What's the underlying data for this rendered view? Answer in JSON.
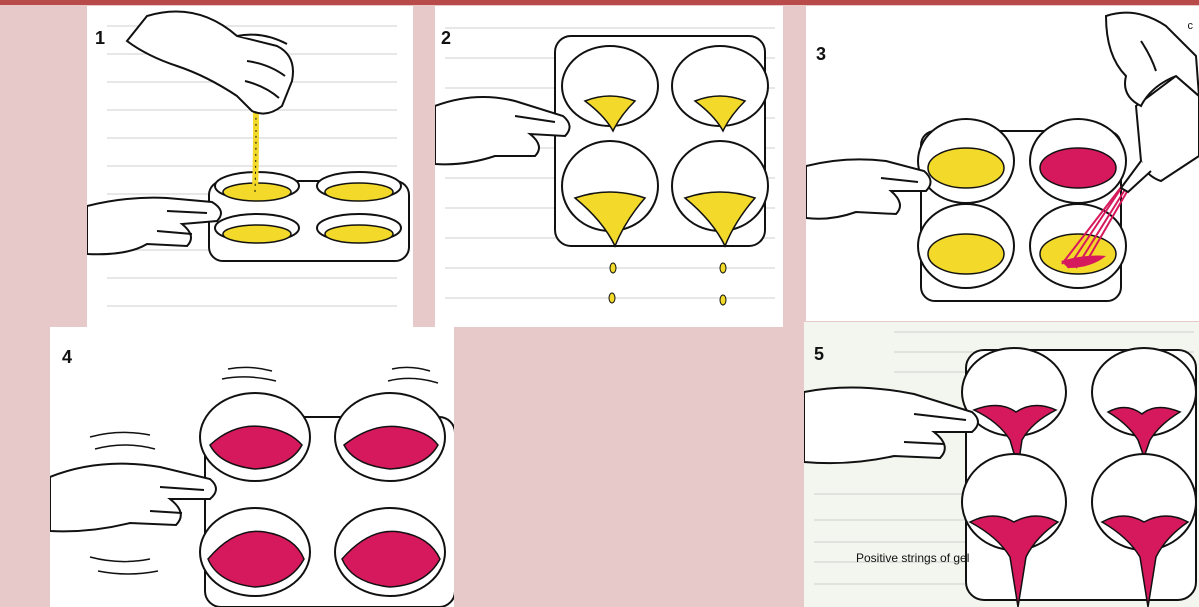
{
  "steps": [
    {
      "number": "1"
    },
    {
      "number": "2"
    },
    {
      "number": "3"
    },
    {
      "number": "4"
    },
    {
      "number": "5",
      "caption": "Positive strings of gel"
    }
  ],
  "corner_mark": "c",
  "colors": {
    "milk": "#f2d92a",
    "reagent": "#d6195c",
    "page_background": "#e8c9c9",
    "top_bar": "#b94a4a",
    "ink": "#111111"
  }
}
